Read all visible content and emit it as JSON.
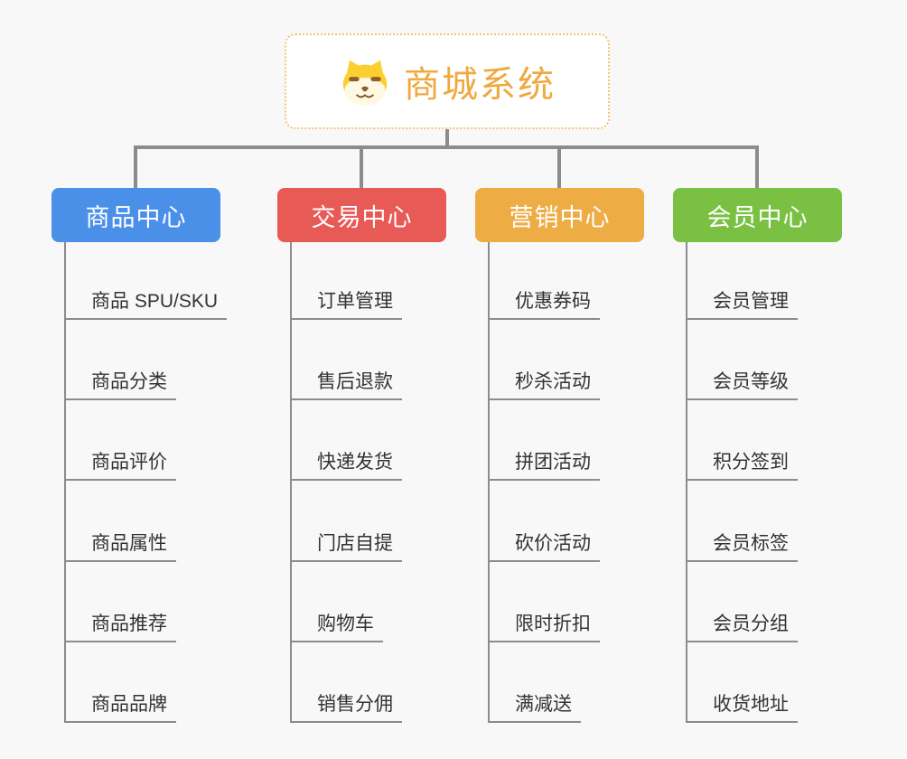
{
  "root": {
    "title": "商城系统",
    "icon": "shiba-dog-icon"
  },
  "branches": [
    {
      "label": "商品中心",
      "color": "#4A8FE8",
      "items": [
        "商品 SPU/SKU",
        "商品分类",
        "商品评价",
        "商品属性",
        "商品推荐",
        "商品品牌"
      ]
    },
    {
      "label": "交易中心",
      "color": "#E85A55",
      "items": [
        "订单管理",
        "售后退款",
        "快递发货",
        "门店自提",
        "购物车",
        "销售分佣"
      ]
    },
    {
      "label": "营销中心",
      "color": "#EDAD44",
      "items": [
        "优惠券码",
        "秒杀活动",
        "拼团活动",
        "砍价活动",
        "限时折扣",
        "满减送"
      ]
    },
    {
      "label": "会员中心",
      "color": "#7AC143",
      "items": [
        "会员管理",
        "会员等级",
        "积分签到",
        "会员标签",
        "会员分组",
        "收货地址"
      ]
    }
  ],
  "palette": {
    "background": "#F8F8F8",
    "connector_line": "#8C8C8C",
    "root_border": "#F2C377",
    "root_text": "#EFA93F",
    "leaf_text": "#333333",
    "branch_text": "#FFFFFF"
  }
}
